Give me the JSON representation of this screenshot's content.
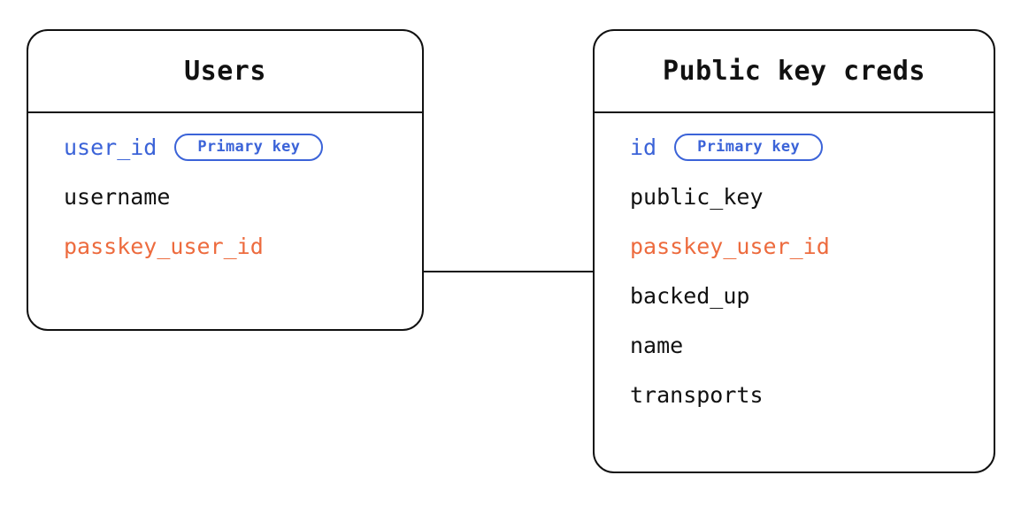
{
  "diagram": {
    "type": "entity-relationship-diagram",
    "colors": {
      "primary_key": "#3b63d8",
      "foreign_key": "#ed6b3e",
      "text": "#111111",
      "border": "#111111",
      "background": "#ffffff"
    },
    "entities": [
      {
        "id": "users",
        "title": "Users",
        "fields": [
          {
            "name": "user_id",
            "role": "primary",
            "badge": "Primary key"
          },
          {
            "name": "username",
            "role": "plain",
            "badge": null
          },
          {
            "name": "passkey_user_id",
            "role": "foreign",
            "badge": null
          }
        ]
      },
      {
        "id": "public_key_creds",
        "title": "Public key creds",
        "fields": [
          {
            "name": "id",
            "role": "primary",
            "badge": "Primary key"
          },
          {
            "name": "public_key",
            "role": "plain",
            "badge": null
          },
          {
            "name": "passkey_user_id",
            "role": "foreign",
            "badge": null
          },
          {
            "name": "backed_up",
            "role": "plain",
            "badge": null
          },
          {
            "name": "name",
            "role": "plain",
            "badge": null
          },
          {
            "name": "transports",
            "role": "plain",
            "badge": null
          }
        ]
      }
    ],
    "relationships": [
      {
        "from_entity": "users",
        "from_field": "passkey_user_id",
        "to_entity": "public_key_creds",
        "to_field": "passkey_user_id"
      }
    ]
  }
}
